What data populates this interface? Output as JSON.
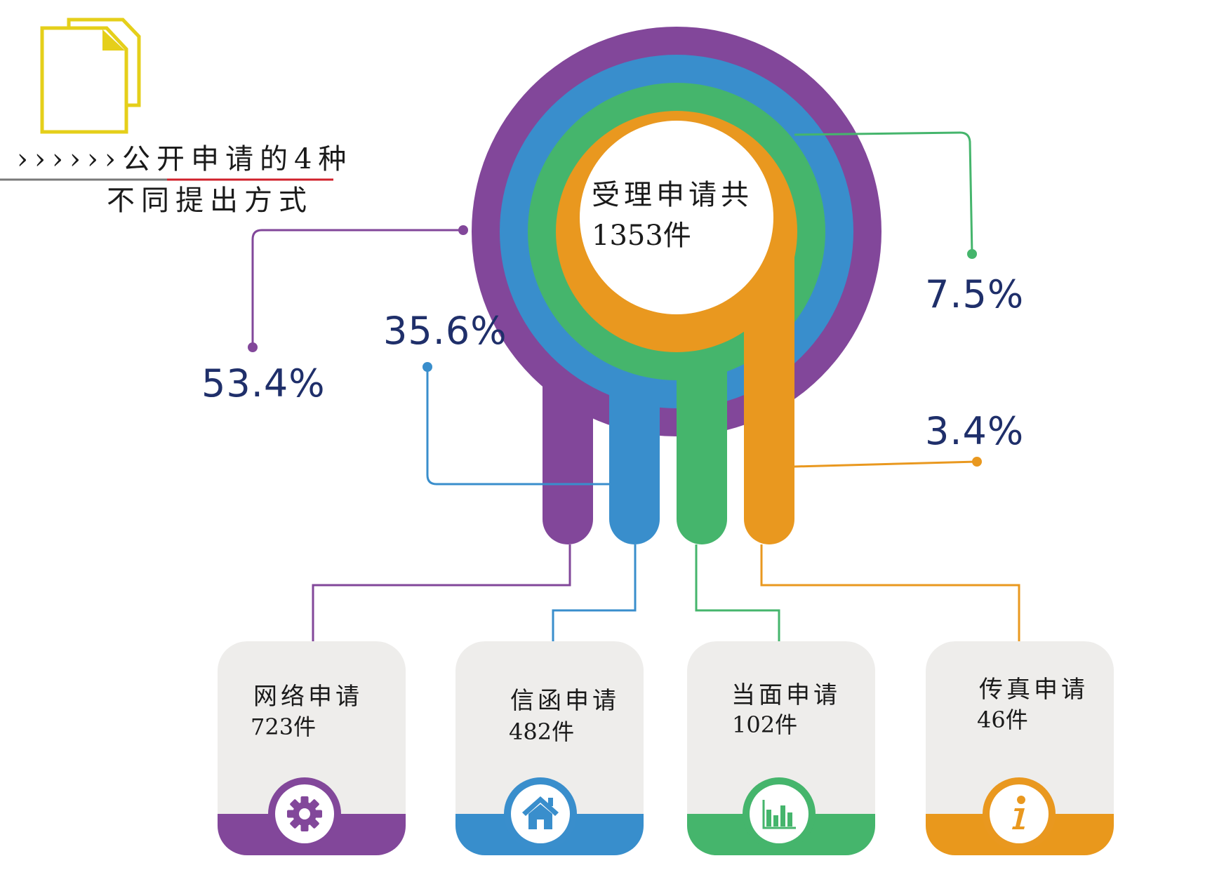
{
  "title": {
    "line1": "››››››公开申请的4种",
    "line2": "不同提出方式"
  },
  "center": {
    "label": "受理申请共",
    "total": "1353件"
  },
  "percentages": {
    "network": "53.4%",
    "letter": "35.6%",
    "in_person": "7.5%",
    "fax": "3.4%"
  },
  "colors": {
    "purple": "#82479a",
    "blue": "#398ecc",
    "green": "#45b56c",
    "orange": "#e9981f",
    "title_underline": "#d0202b",
    "text_dark_blue": "#1f2f6a"
  },
  "cards": [
    {
      "label": "网络申请",
      "count": "723件",
      "icon": "gear-icon"
    },
    {
      "label": "信函申请",
      "count": "482件",
      "icon": "home-icon"
    },
    {
      "label": "当面申请",
      "count": "102件",
      "icon": "bar-chart-icon"
    },
    {
      "label": "传真申请",
      "count": "46件",
      "icon": "info-icon"
    }
  ]
}
